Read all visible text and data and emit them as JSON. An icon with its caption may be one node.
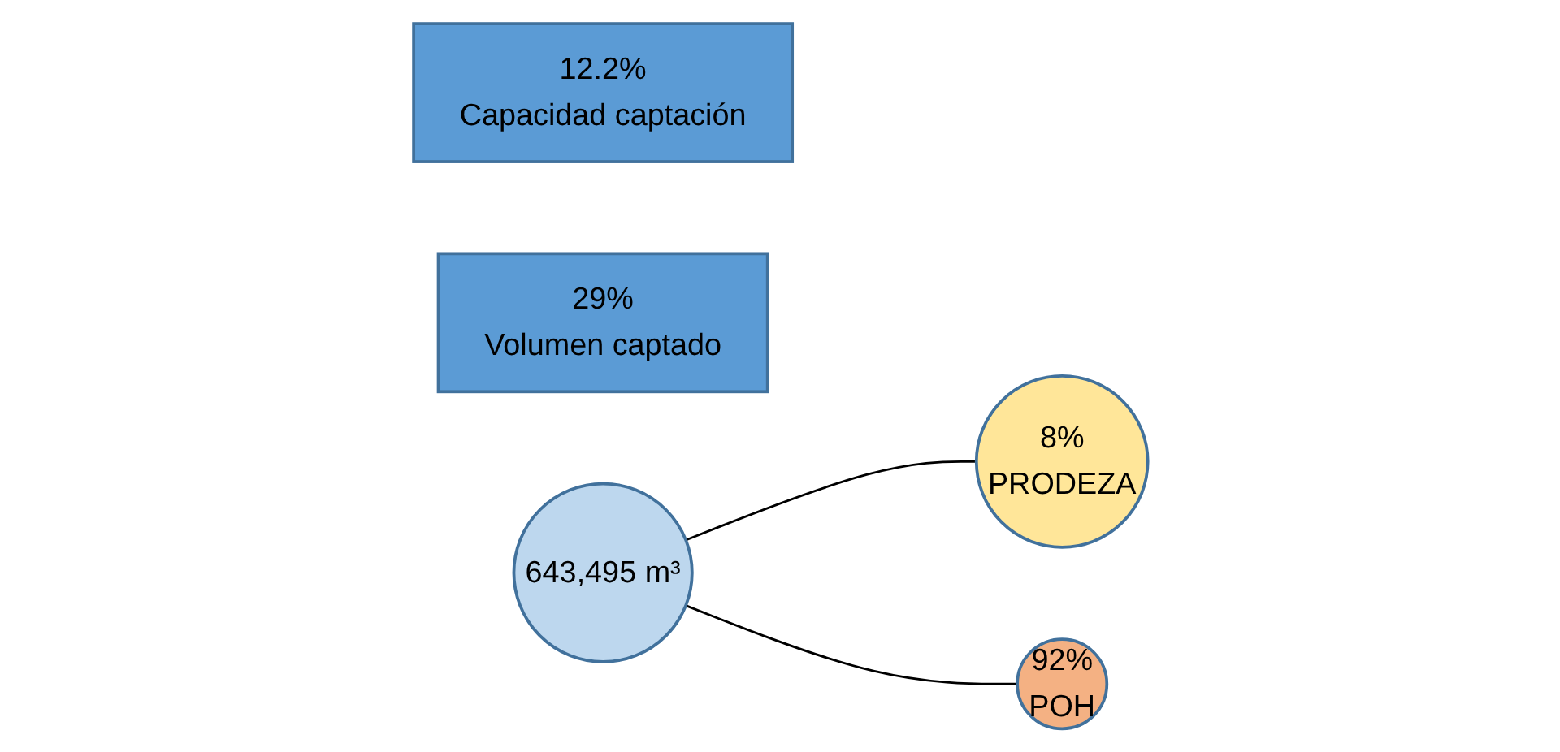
{
  "diagram": {
    "nodes": [
      {
        "text": [
          "12.2%",
          "Capacidad captación"
        ]
      },
      {
        "text": [
          "29%",
          "Volumen captado"
        ]
      },
      {
        "text": [
          "643,495 m³"
        ]
      },
      {
        "text": [
          "8%",
          "PRODEZA"
        ]
      },
      {
        "text": [
          "92%",
          "POH"
        ]
      }
    ],
    "edges": [
      {
        "from": 2,
        "to": 3,
        "arrow": "none"
      },
      {
        "from": 2,
        "to": 4,
        "arrow": "none"
      }
    ]
  }
}
